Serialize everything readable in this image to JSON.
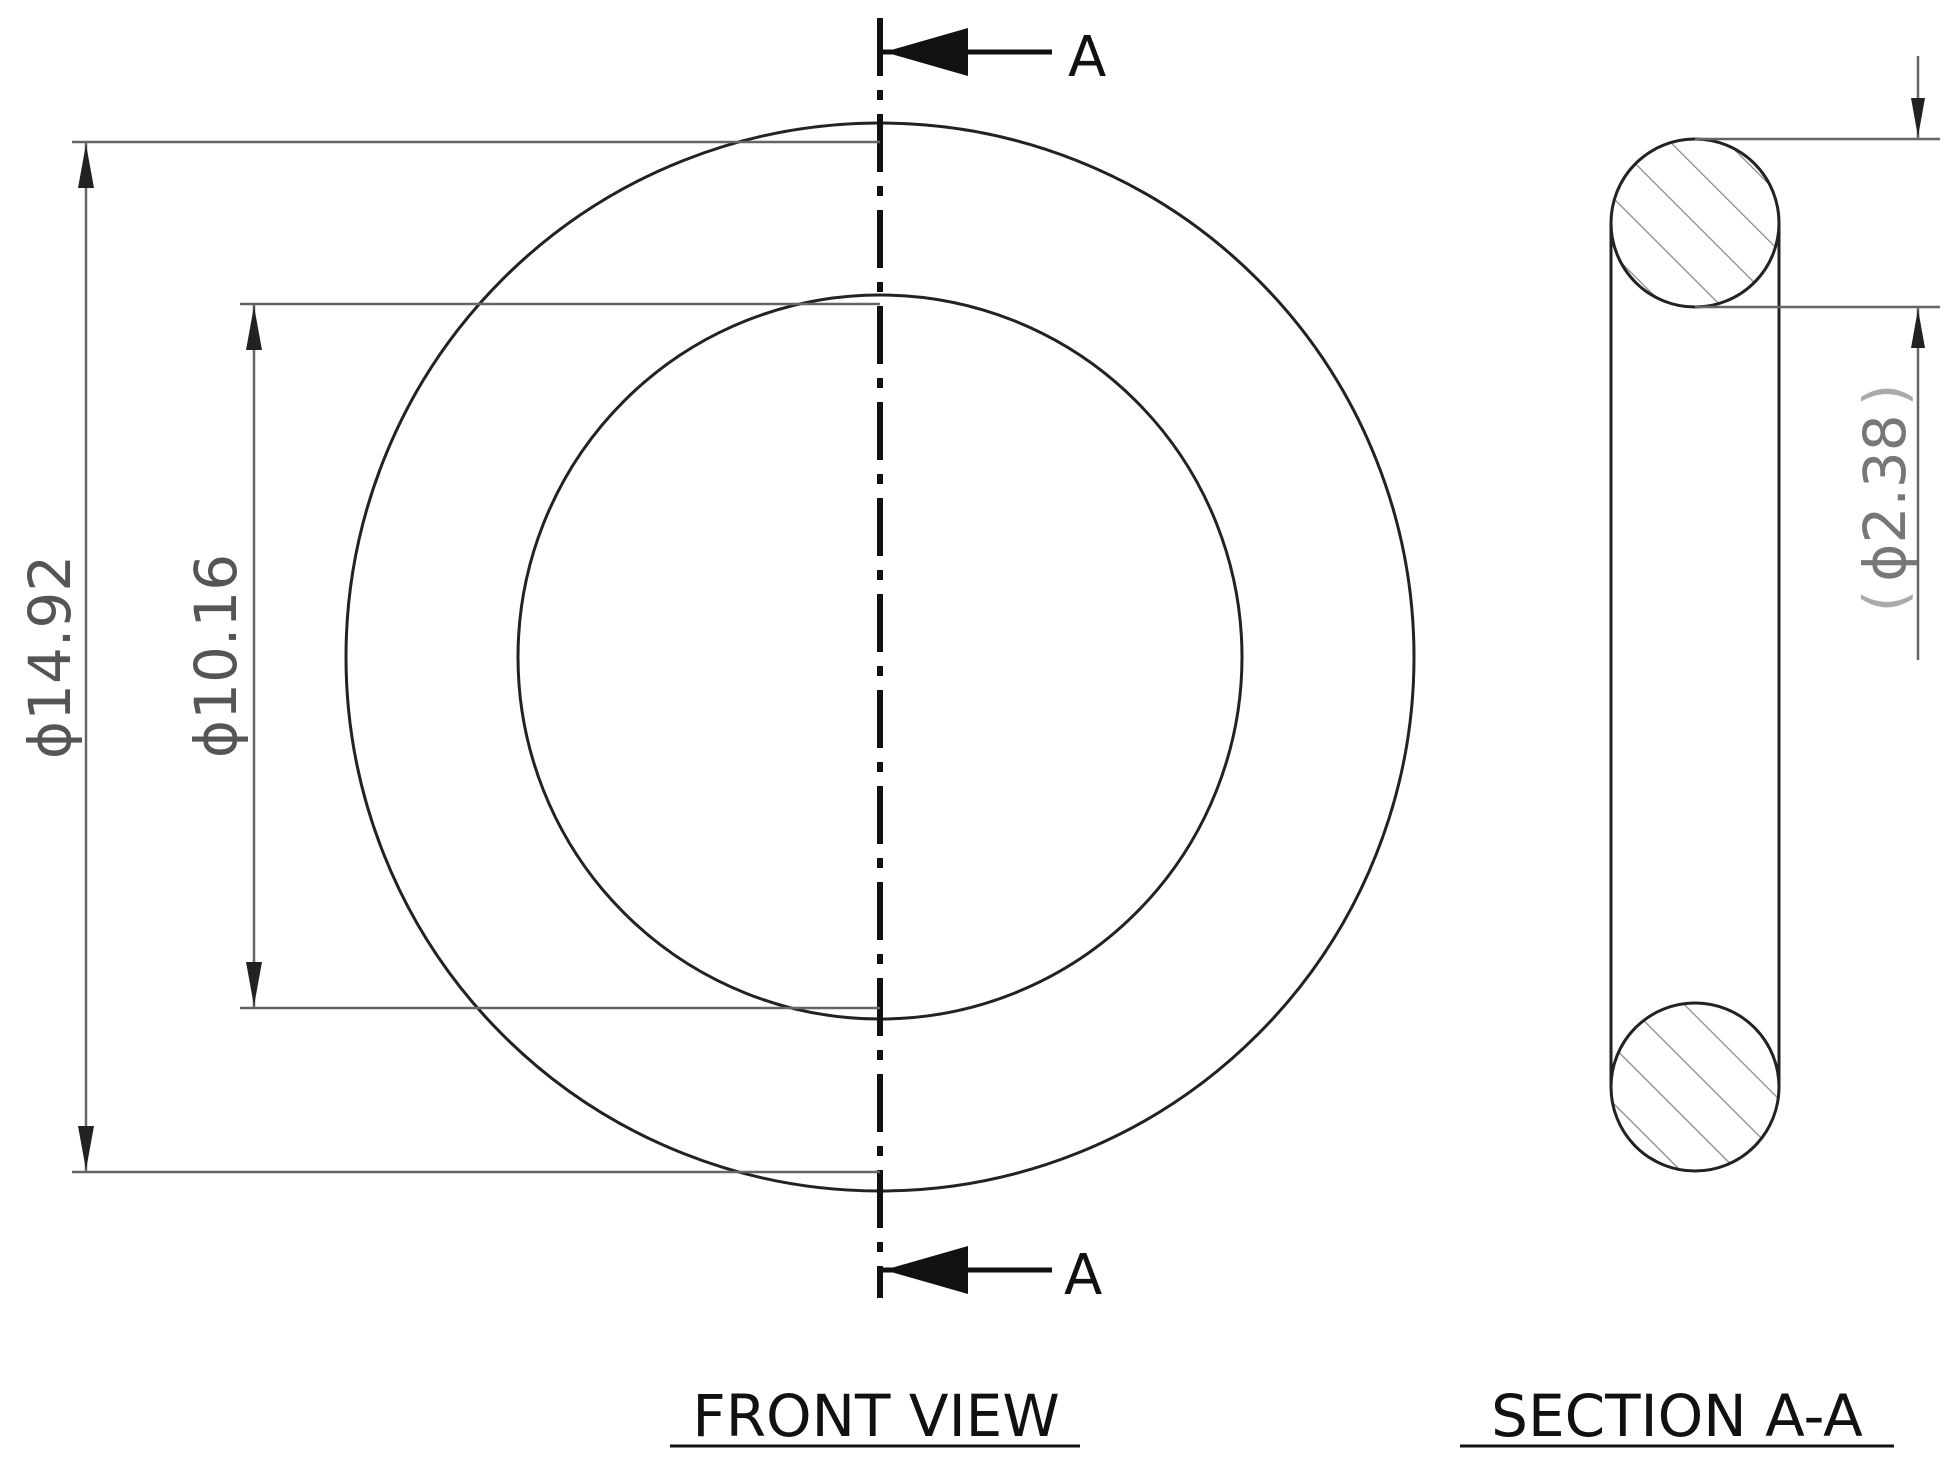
{
  "section_marker": {
    "top_letter": "A",
    "bottom_letter": "A"
  },
  "dimensions": {
    "outer_diameter": {
      "symbol": "ϕ",
      "value": "14.92"
    },
    "inner_diameter": {
      "symbol": "ϕ",
      "value": "10.16"
    },
    "cross_section": {
      "symbol": "ϕ",
      "value": "2.38",
      "open_paren": "(",
      "close_paren": ")"
    }
  },
  "captions": {
    "front_view": "FRONT VIEW",
    "section_view": "SECTION A-A"
  },
  "colors": {
    "line": "#222222",
    "dimension_line": "#666666",
    "hatch": "#888888",
    "text": "#111111"
  }
}
